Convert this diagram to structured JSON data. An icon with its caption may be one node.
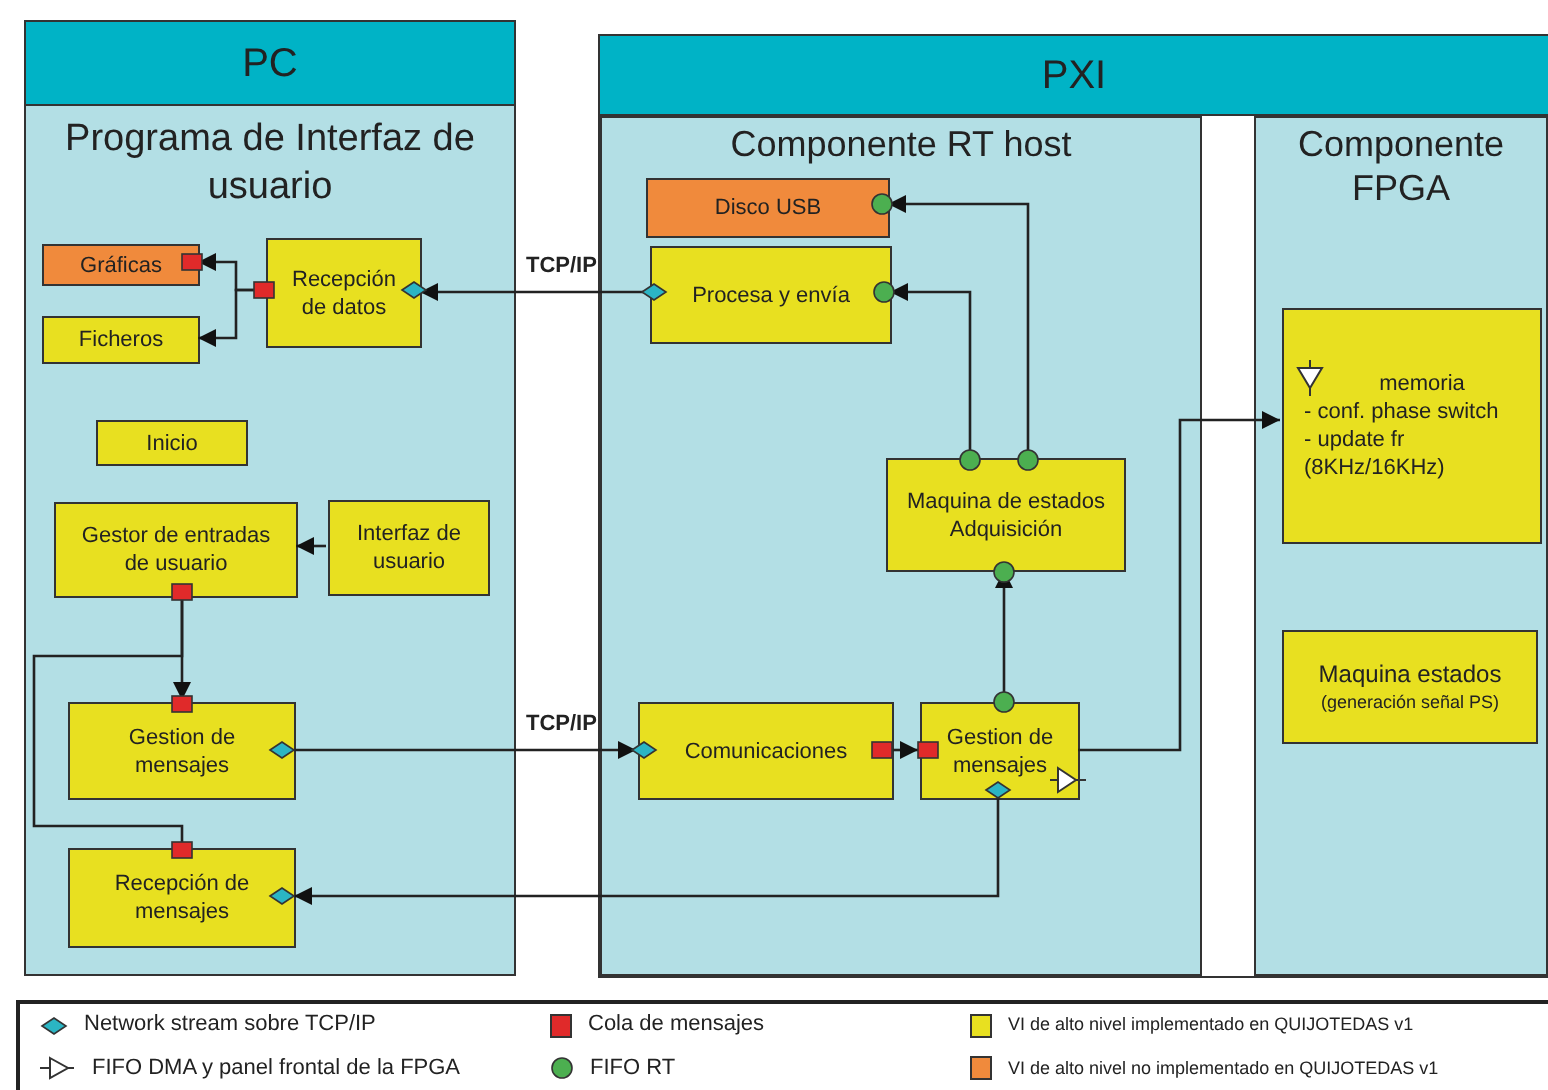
{
  "diagram": {
    "nodes": [
      {
        "text": [
          "PC",
          "Programa de Interfaz de usuario"
        ]
      },
      {
        "text": [
          "PXI"
        ]
      },
      {
        "text": [
          "Componente RT host"
        ],
        "in": 1
      },
      {
        "text": [
          "Componente FPGA"
        ],
        "in": 1
      },
      {
        "text": [
          "Gráficas"
        ],
        "in": 0
      },
      {
        "text": [
          "Ficheros"
        ],
        "in": 0
      },
      {
        "text": [
          "Recepción de datos"
        ],
        "in": 0
      },
      {
        "text": [
          "Inicio"
        ],
        "in": 0
      },
      {
        "text": [
          "Gestor de entradas de usuario"
        ],
        "in": 0
      },
      {
        "text": [
          "Interfaz de usuario"
        ],
        "in": 0
      },
      {
        "text": [
          "Gestion de mensajes"
        ],
        "in": 0
      },
      {
        "text": [
          "Recepción de mensajes"
        ],
        "in": 0
      },
      {
        "text": [
          "Disco USB"
        ],
        "in": 2
      },
      {
        "text": [
          "Procesa y envía"
        ],
        "in": 2
      },
      {
        "text": [
          "Maquina de estados Adquisición"
        ],
        "in": 2
      },
      {
        "text": [
          "Comunicaciones"
        ],
        "in": 2
      },
      {
        "text": [
          "Gestion de mensajes"
        ],
        "in": 2
      },
      {
        "text": [
          "memoria",
          "- conf. phase switch",
          "- update fr (8KHz/16KHz)"
        ],
        "in": 3
      },
      {
        "text": [
          "Maquina estados",
          "(generación señal PS)"
        ],
        "in": 3
      }
    ],
    "edges": [
      {
        "from": 6,
        "to": 4,
        "arrow": "to"
      },
      {
        "from": 6,
        "to": 5,
        "arrow": "to"
      },
      {
        "from": 13,
        "to": 6,
        "arrow": "to",
        "label": "TCP/IP"
      },
      {
        "from": 9,
        "to": 8,
        "arrow": "to"
      },
      {
        "from": 8,
        "to": 10,
        "arrow": "to"
      },
      {
        "from": 8,
        "to": 11,
        "arrow": "none"
      },
      {
        "from": 10,
        "to": 15,
        "arrow": "to",
        "label": "TCP/IP"
      },
      {
        "from": 16,
        "to": 11,
        "arrow": "to"
      },
      {
        "from": 15,
        "to": 16,
        "arrow": "to"
      },
      {
        "from": 16,
        "to": 14,
        "arrow": "to"
      },
      {
        "from": 14,
        "to": 13,
        "arrow": "to"
      },
      {
        "from": 14,
        "to": 12,
        "arrow": "to"
      },
      {
        "from": 16,
        "to": 17,
        "arrow": "to"
      }
    ],
    "legend": [
      {
        "text": "Network stream sobre TCP/IP"
      },
      {
        "text": "Cola de mensajes",
        "color": "#e02a2a"
      },
      {
        "text": "VI de alto nivel implementado en QUIJOTEDAS v1",
        "color": "#e8e020"
      },
      {
        "text": "FIFO DMA y panel frontal de la FPGA"
      },
      {
        "text": "FIFO RT"
      },
      {
        "text": "VI de alto nivel no implementado en QUIJOTEDAS v1",
        "color": "#f08a3c"
      }
    ]
  }
}
